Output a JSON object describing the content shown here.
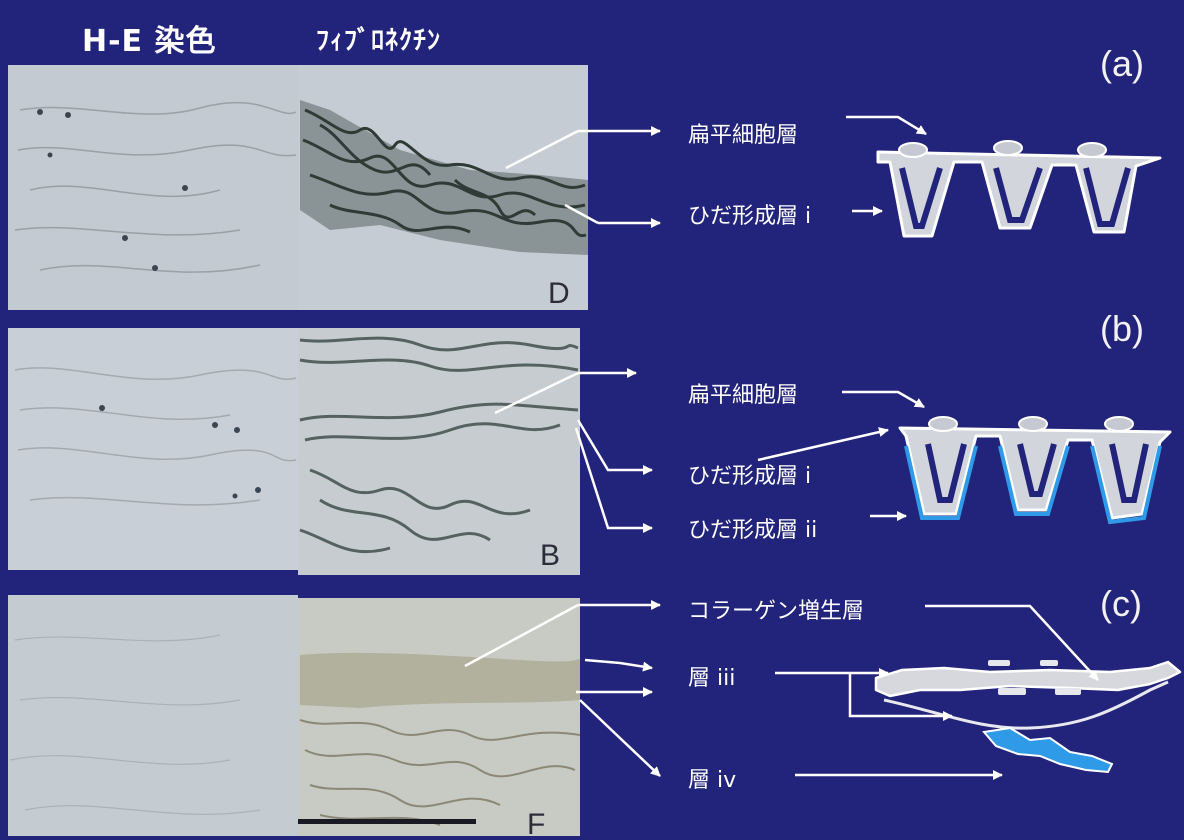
{
  "headers": {
    "he_stain": "H-E 染色",
    "fibronectin": "ﾌｨﾌﾞﾛﾈｸﾁﾝ"
  },
  "panels": [
    {
      "letter": "(a)",
      "photo_letter": "D",
      "labels": [
        "扁平細胞層",
        "ひだ形成層 i"
      ]
    },
    {
      "letter": "(b)",
      "photo_letter": "B",
      "labels": [
        "扁平細胞層",
        "ひだ形成層 i",
        "ひだ形成層 ii"
      ]
    },
    {
      "letter": "(c)",
      "photo_letter": "F",
      "labels": [
        "コラーゲン増生層",
        "層 iii",
        "層 iv"
      ]
    }
  ],
  "colors": {
    "background": "#22237a",
    "photo_light": "#c9cfd6",
    "fibronectin_stain": "#2f3b36",
    "diagram_line": "#ffffff",
    "diagram_fill": "#c8ccd6",
    "highlight_blue": "#2f9ae8"
  }
}
